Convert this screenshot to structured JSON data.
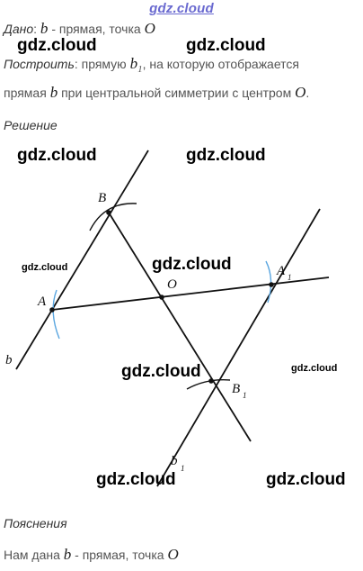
{
  "header": {
    "site": "gdz.cloud"
  },
  "given": {
    "label": "Дано",
    "colon": ":",
    "line_var": "b",
    "line_text": "- прямая, точка",
    "point_var": "O"
  },
  "construct": {
    "label": "Построить",
    "text1": ": прямую",
    "var": "b",
    "var_sub": "1",
    "text2": ", на которую отображается",
    "text3": "прямая",
    "var2": "b",
    "text4": "при центральной симметрии с центром",
    "center": "O",
    "end": "."
  },
  "solution": {
    "title": "Решение"
  },
  "figure": {
    "labels": {
      "B": "B",
      "A": "A",
      "O": "O",
      "A1": "A",
      "A1_sub": "1",
      "B1": "B",
      "B1_sub": "1",
      "b": "b",
      "b1": "b",
      "b1_sub": "1"
    }
  },
  "explanation": {
    "title": "Пояснения",
    "text1": "Нам дана",
    "var": "b",
    "text2": "- прямая, точка",
    "point": "O"
  },
  "watermarks": {
    "large": [
      "gdz.cloud",
      "gdz.cloud",
      "gdz.cloud",
      "gdz.cloud",
      "gdz.cloud",
      "gdz.cloud",
      "gdz.cloud",
      "gdz.cloud"
    ],
    "small": [
      "gdz.cloud",
      "gdz.cloud"
    ]
  }
}
